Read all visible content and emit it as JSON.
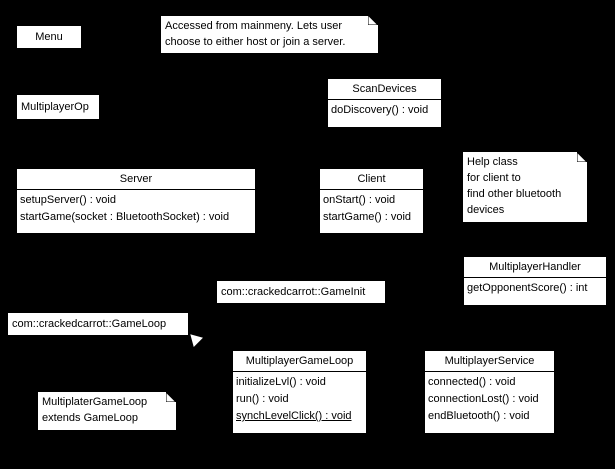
{
  "menu": {
    "label": "Menu"
  },
  "main_note": {
    "lines": [
      "Accessed from mainmeny. Lets user",
      "choose to either host or join a server."
    ]
  },
  "multiplayer_op": {
    "label": "MultiplayerOp"
  },
  "scan_devices": {
    "name": "ScanDevices",
    "ops": [
      "doDiscovery() : void"
    ]
  },
  "help_note": {
    "lines": [
      "Help class",
      "for client to",
      "find other bluetooth",
      "devices"
    ]
  },
  "server": {
    "name": "Server",
    "ops": [
      "setupServer() : void",
      "startGame(socket : BluetoothSocket) : void"
    ]
  },
  "client": {
    "name": "Client",
    "ops": [
      "onStart() : void",
      "startGame() : void"
    ]
  },
  "multiplayer_handler": {
    "name": "MultiplayerHandler",
    "ops": [
      "getOpponentScore() : int"
    ]
  },
  "game_init": {
    "label": "com::crackedcarrot::GameInit"
  },
  "game_loop": {
    "label": "com::crackedcarrot::GameLoop"
  },
  "multiplayer_game_loop": {
    "name": "MultiplayerGameLoop",
    "ops": [
      "initializeLvl() : void",
      "run() : void",
      "synchLevelClick() : void"
    ]
  },
  "multiplayer_service": {
    "name": "MultiplayerService",
    "ops": [
      "connected() : void",
      "connectionLost() : void",
      "endBluetooth() : void"
    ]
  },
  "extends_note": {
    "lines": [
      "MultiplaterGameLoop",
      "extends GameLoop"
    ]
  },
  "colors": {
    "background": "#000000",
    "box": "#ffffff",
    "border": "#000000"
  }
}
